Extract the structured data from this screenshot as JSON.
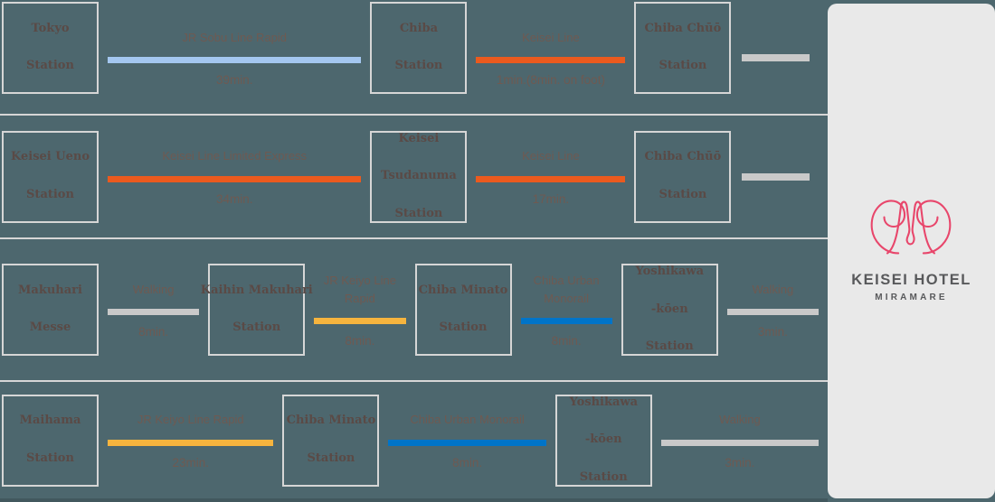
{
  "page": {
    "background": "#4D676E",
    "divider": "#D6D6D6",
    "bottom_strip": "#42585E"
  },
  "hotel_panel": {
    "background": "#E9E9E9",
    "name": "KEISEI HOTEL",
    "subname": "MIRAMARE",
    "monogram_icon": "keisei-miramare-monogram",
    "monogram_color": "#E8466B",
    "text_color": "#58595B"
  },
  "colors": {
    "station_text": "#5A4A46",
    "label_text": "#6E5A52",
    "box_border": "#D6D6D6",
    "lines": {
      "jr_sobu": "#A4C7F0",
      "keisei": "#EB5A1E",
      "jr_keiyo": "#F6B43E",
      "monorail": "#0074C8",
      "walking": "#C9C9C9"
    }
  },
  "routes": [
    {
      "items": [
        {
          "kind": "station",
          "lines": [
            "Tokyo",
            "Station"
          ]
        },
        {
          "kind": "link",
          "line": "jr_sobu",
          "label": [
            "JR Sobu Line Rapid"
          ],
          "duration": "39min.",
          "len": 3.4
        },
        {
          "kind": "station",
          "lines": [
            "Chiba",
            "Station"
          ]
        },
        {
          "kind": "link",
          "line": "keisei",
          "label": [
            "Keisei Line"
          ],
          "duration": "1min.(8min. on foot)",
          "len": 2.0
        },
        {
          "kind": "station",
          "lines": [
            "Chiba Chūō",
            "Station"
          ]
        },
        {
          "kind": "link",
          "line": "walking",
          "label": [],
          "duration": "",
          "len": 1.05,
          "trail": true
        }
      ]
    },
    {
      "items": [
        {
          "kind": "station",
          "lines": [
            "Keisei Ueno",
            "Station"
          ]
        },
        {
          "kind": "link",
          "line": "keisei",
          "label": [
            "Keisei Line Limited Express"
          ],
          "duration": "34min.",
          "len": 3.4
        },
        {
          "kind": "station",
          "lines": [
            "Keisei",
            "Tsudanuma",
            "Station"
          ]
        },
        {
          "kind": "link",
          "line": "keisei",
          "label": [
            "Keisei Line"
          ],
          "duration": "17min.",
          "len": 2.0
        },
        {
          "kind": "station",
          "lines": [
            "Chiba Chūō",
            "Station"
          ]
        },
        {
          "kind": "link",
          "line": "walking",
          "label": [],
          "duration": "",
          "len": 1.05,
          "trail": true
        }
      ]
    },
    {
      "items": [
        {
          "kind": "station",
          "lines": [
            "Makuhari",
            "Messe"
          ]
        },
        {
          "kind": "link",
          "line": "walking",
          "label": [
            "Walking"
          ],
          "duration": "8min.",
          "len": 1
        },
        {
          "kind": "station",
          "lines": [
            "Kaihin Makuhari",
            "Station"
          ]
        },
        {
          "kind": "link",
          "line": "jr_keiyo",
          "label": [
            "JR Keiyo Line",
            "Rapid"
          ],
          "duration": "8min.",
          "len": 1
        },
        {
          "kind": "station",
          "lines": [
            "Chiba Minato",
            "Station"
          ]
        },
        {
          "kind": "link",
          "line": "monorail",
          "label": [
            "Chiba Urban",
            "Monorail"
          ],
          "duration": "8min.",
          "len": 1
        },
        {
          "kind": "station",
          "lines": [
            "Yoshikawa",
            "-kōen",
            "Station"
          ]
        },
        {
          "kind": "link",
          "line": "walking",
          "label": [
            "Walking"
          ],
          "duration": "3min.",
          "len": 1
        }
      ]
    },
    {
      "items": [
        {
          "kind": "station",
          "lines": [
            "Maihama",
            "Station"
          ]
        },
        {
          "kind": "link",
          "line": "jr_keiyo",
          "label": [
            "JR Keiyo Line Rapid"
          ],
          "duration": "23min.",
          "len": 2.0
        },
        {
          "kind": "station",
          "lines": [
            "Chiba Minato",
            "Station"
          ]
        },
        {
          "kind": "link",
          "line": "monorail",
          "label": [
            "Chiba Urban Monorail"
          ],
          "duration": "8min.",
          "len": 1.9
        },
        {
          "kind": "station",
          "lines": [
            "Yoshikawa",
            "-kōen",
            "Station"
          ]
        },
        {
          "kind": "link",
          "line": "walking",
          "label": [
            "Walking"
          ],
          "duration": "3min.",
          "len": 1.9
        }
      ]
    }
  ]
}
